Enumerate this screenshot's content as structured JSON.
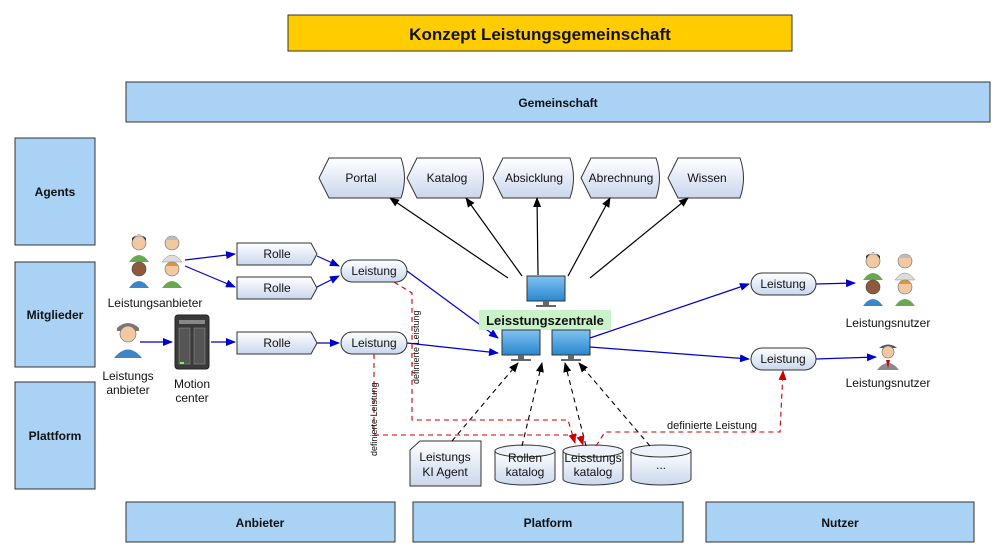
{
  "title": "Konzept Leistungsgemeinschaft",
  "bands": {
    "gemeinschaft": "Gemeinschaft",
    "anbieter": "Anbieter",
    "platform": "Platform",
    "nutzer": "Nutzer"
  },
  "layers": {
    "agents": "Agents",
    "mitglieder": "Mitglieder",
    "plattform": "Plattform"
  },
  "services": [
    "Portal",
    "Katalog",
    "Absicklung",
    "Abrechnung",
    "Wissen"
  ],
  "left": {
    "leistungsanbieter": "Leistungsanbieter",
    "leistungs_anbieter_line1": "Leistungs",
    "leistungs_anbieter_line2": "anbieter",
    "motion_line1": "Motion",
    "motion_line2": "center",
    "rolle": "Rolle",
    "leistung": "Leistung"
  },
  "center": {
    "zentrale": "Leisstungszentrale",
    "ki_agent_line1": "Leistungs",
    "ki_agent_line2": "KI Agent",
    "rollen_line1": "Rollen",
    "rollen_line2": "katalog",
    "leistungskatalog_line1": "Leisstungs",
    "leistungskatalog_line2": "katalog",
    "more": "..."
  },
  "right": {
    "leistung": "Leistung",
    "leistungsnutzer": "Leistungsnutzer"
  },
  "edge_labels": {
    "definierte_vertical_a": "definierte Leistung",
    "definierte_vertical_b": "definierte Leistung",
    "definierte_horizontal": "definierte Leistung"
  },
  "colors": {
    "title_fill": "#FFCC00",
    "band_fill": "#A9D2F5",
    "node_fill": "#DDE6F5",
    "blue_edge": "#0000CC",
    "red_dashed": "#CC0000",
    "zentrale_highlight": "#C9F2C9"
  }
}
